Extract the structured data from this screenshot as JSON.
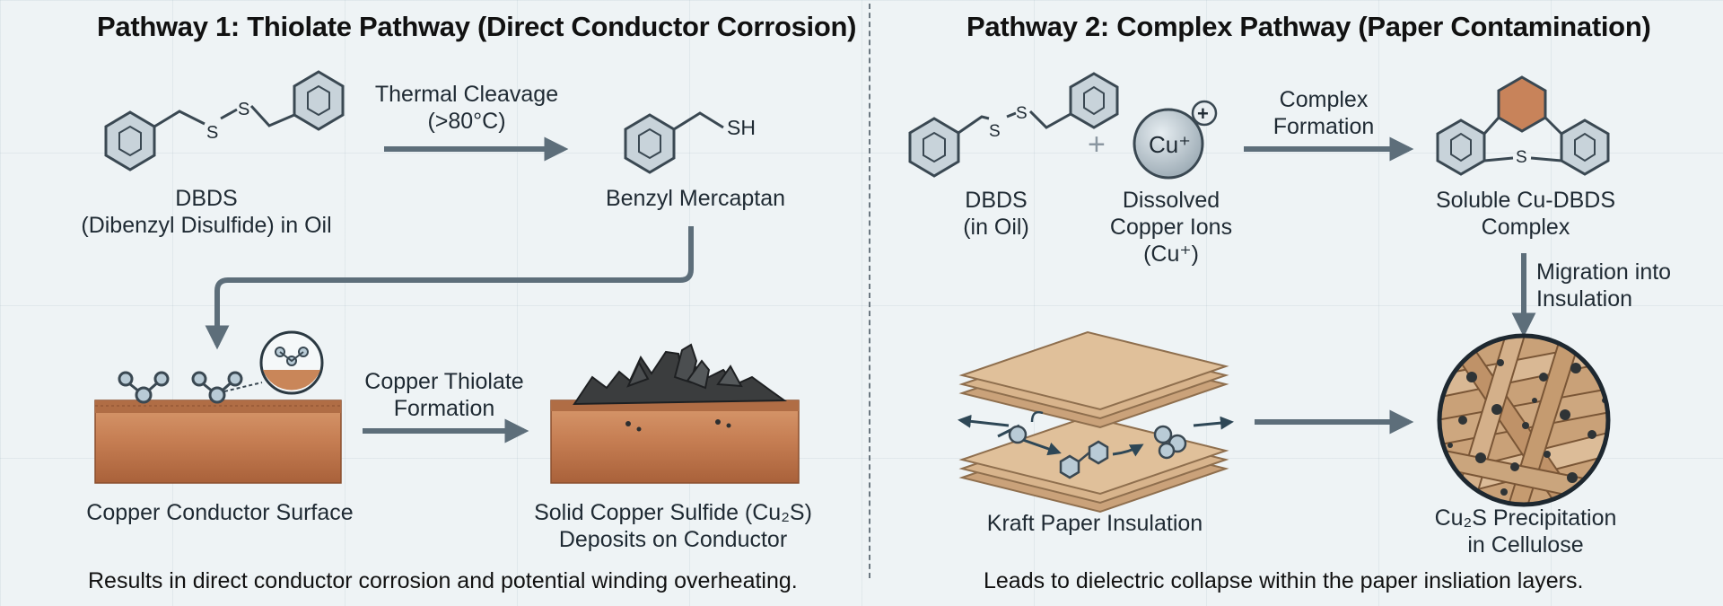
{
  "pathway1": {
    "title": "Pathway 1: Thiolate Pathway (Direct Conductor Corrosion)",
    "dbds_label_1": "DBDS",
    "dbds_label_2": "(Dibenzyl Disulfide) in Oil",
    "step1_line1": "Thermal Cleavage",
    "step1_line2": "(>80°C)",
    "mercaptan_label": "Benzyl Mercaptan",
    "mercaptan_group": "SH",
    "conductor_label": "Copper Conductor Surface",
    "step2_line1": "Copper Thiolate",
    "step2_line2": "Formation",
    "deposit_label_1": "Solid Copper Sulfide (Cu₂S)",
    "deposit_label_2": "Deposits on Conductor",
    "footer": "Results in direct conductor corrosion and potential winding overheating."
  },
  "pathway2": {
    "title": "Pathway 2: Complex Pathway (Paper Contamination)",
    "dbds_label_1": "DBDS",
    "dbds_label_2": "(in Oil)",
    "plus": "+",
    "ion_symbol": "Cu⁺",
    "ion_charge": "+",
    "ion_label_1": "Dissolved",
    "ion_label_2": "Copper Ions",
    "ion_label_3": "(Cu⁺)",
    "step1_line1": "Complex",
    "step1_line2": "Formation",
    "complex_label_1": "Soluble Cu-DBDS",
    "complex_label_2": "Complex",
    "migration_line1": "Migration into",
    "migration_line2": "Insulation",
    "paper_label": "Kraft Paper Insulation",
    "precip_label_1": "Cu₂S Precipitation",
    "precip_label_2": "in Cellulose",
    "footer": "Leads to dielectric collapse within the paper insliation layers."
  },
  "atom_sulfur": "S",
  "colors": {
    "arrow": "#5d6e7a",
    "copper": "#c9855c",
    "copper_dark": "#9a5a36",
    "paper": "#d6b18a",
    "molecule": "#3a4852",
    "molecule_fill": "#c8d3da"
  }
}
